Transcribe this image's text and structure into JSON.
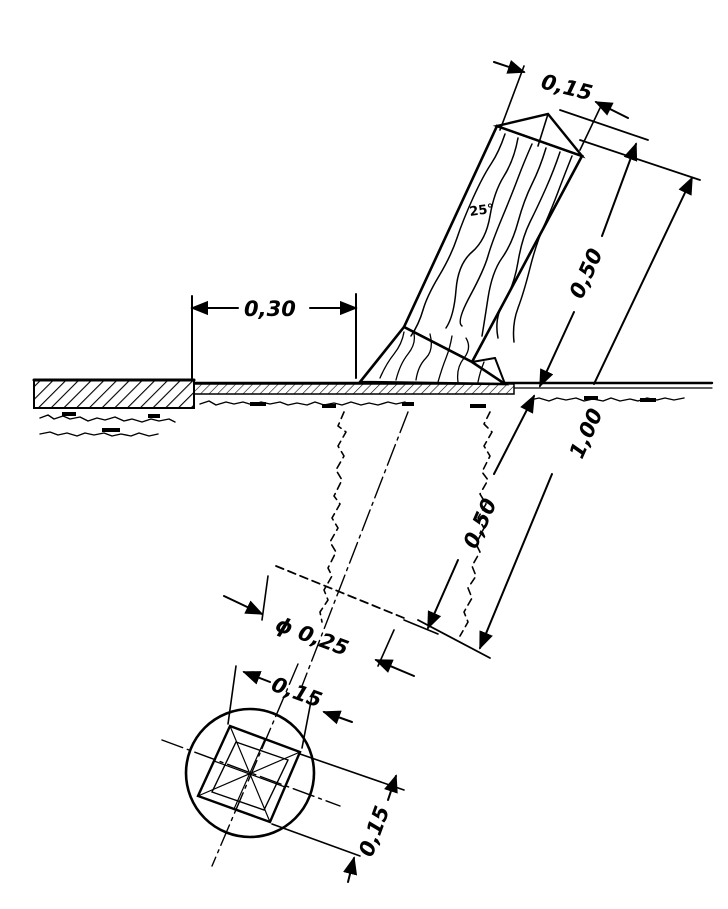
{
  "dimensions": {
    "post_top_width": "0,15",
    "above_ground_length": "0,50",
    "below_ground_length": "0,50",
    "total_length": "1,00",
    "offset_from_edge": "0,30",
    "hole_diameter": "ϕ 0,25",
    "section_width": "0,15",
    "section_height": "0,15"
  },
  "angle": "25°",
  "colors": {
    "ink": "#000000",
    "paper": "#ffffff"
  }
}
